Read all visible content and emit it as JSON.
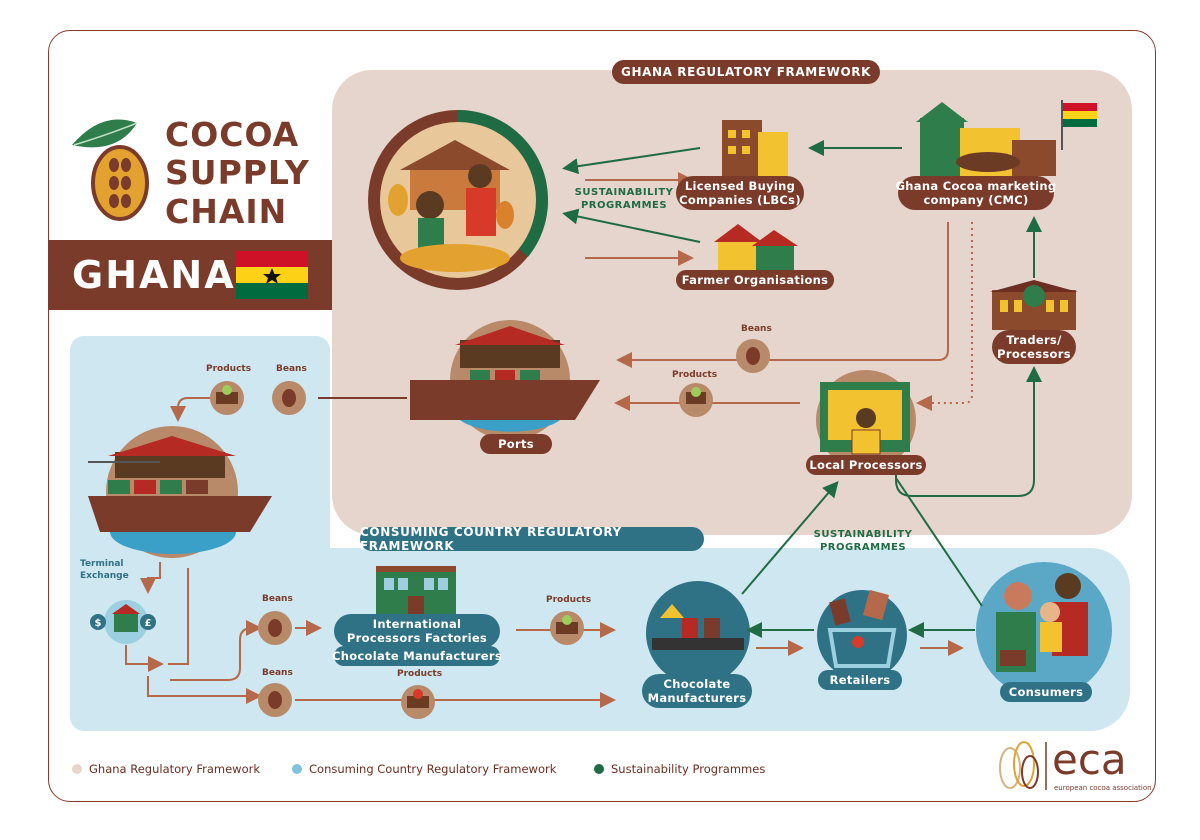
{
  "title": {
    "line1": "COCOA",
    "line2": "SUPPLY",
    "line3": "CHAIN"
  },
  "country": "GHANA",
  "frameworks": {
    "ghana": "GHANA REGULATORY FRAMEWORK",
    "consuming": "CONSUMING COUNTRY REGULATORY FRAMEWORK"
  },
  "nodes": {
    "lbc": "Licensed Buying Companies (LBCs)",
    "lbc_line1": "Licensed Buying",
    "lbc_line2": "Companies (LBCs)",
    "cmc_line1": "Ghana Cocoa marketing",
    "cmc_line2": "company (CMC)",
    "farmer_org": "Farmer Organisations",
    "traders_line1": "Traders/",
    "traders_line2": "Processors",
    "ports": "Ports",
    "local_processors": "Local Processors",
    "intl_line1": "International",
    "intl_line2": "Processors Factories",
    "choc_factories": "Chocolate Manufacturers",
    "choc_line1": "Chocolate",
    "choc_line2": "Manufacturers",
    "retailers": "Retailers",
    "consumers": "Consumers"
  },
  "labels": {
    "sust1_line1": "SUSTAINABILITY",
    "sust1_line2": "PROGRAMMES",
    "sust2_line1": "SUSTAINABILITY",
    "sust2_line2": "PROGRAMMES",
    "beans": "Beans",
    "products": "Products",
    "terminal_line1": "Terminal",
    "terminal_line2": "Exchange",
    "dollar": "$",
    "pound": "£"
  },
  "legend": [
    {
      "label": "Ghana Regulatory Framework",
      "color": "#e6d5cc"
    },
    {
      "label": "Consuming Country Regulatory Framework",
      "color": "#7fc4dc"
    },
    {
      "label": "Sustainability Programmes",
      "color": "#1f6b43"
    }
  ],
  "logo": {
    "name": "eca",
    "tagline": "european cocoa association"
  },
  "colors": {
    "brown": "#7a3b2a",
    "teal": "#2f7286",
    "green": "#1f6b43",
    "ghana_bg": "#e6d5cc",
    "consuming_bg": "#cfe7f1"
  }
}
